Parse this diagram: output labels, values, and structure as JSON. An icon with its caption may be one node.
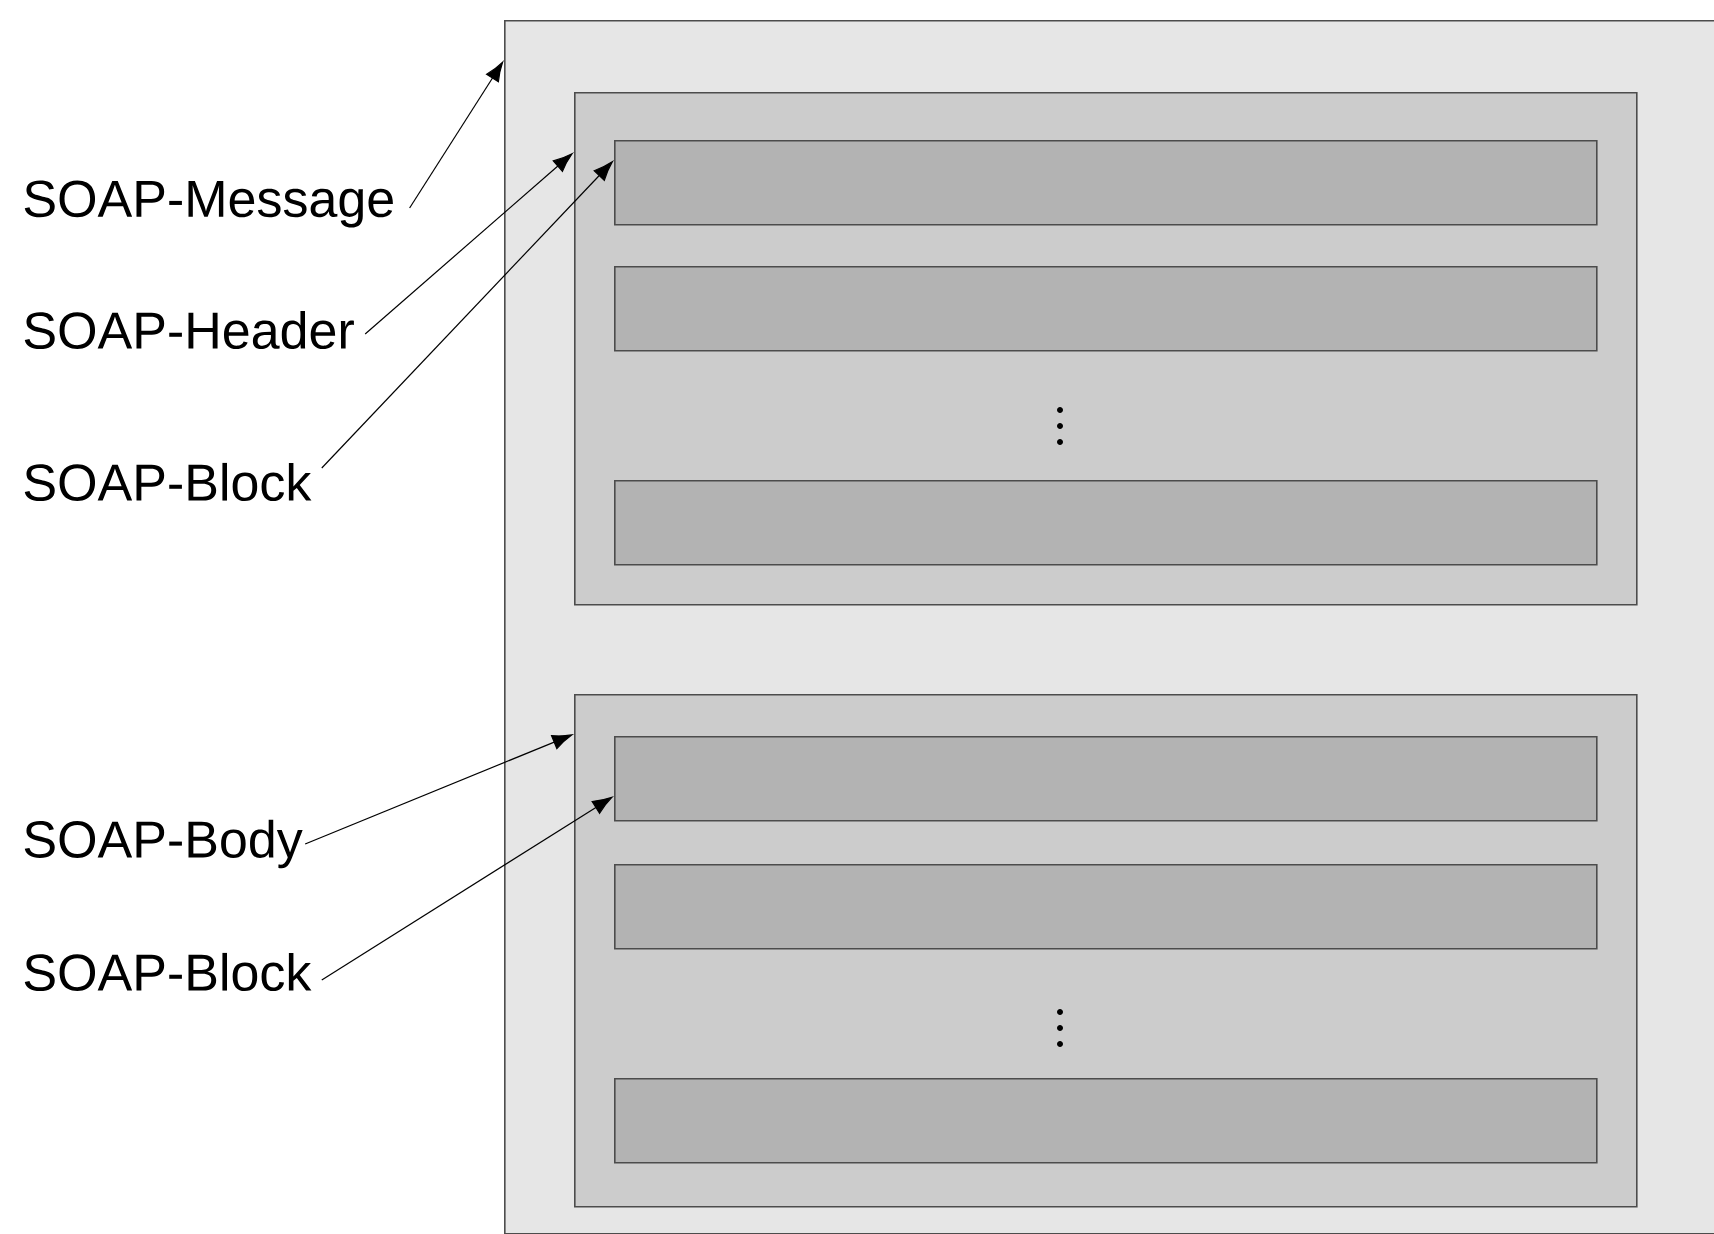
{
  "diagram": {
    "nodes": [
      {
        "text": [],
        "shape": "box"
      },
      {
        "text": [],
        "shape": "box",
        "in": 0
      },
      {
        "text": [],
        "shape": "box",
        "in": 1
      },
      {
        "text": [],
        "shape": "box",
        "in": 1
      },
      {
        "text": [],
        "shape": "box",
        "in": 1
      },
      {
        "text": [],
        "shape": "box",
        "in": 0
      },
      {
        "text": [],
        "shape": "box",
        "in": 5
      },
      {
        "text": [],
        "shape": "box",
        "in": 5
      },
      {
        "text": [],
        "shape": "box",
        "in": 5
      },
      {
        "text": [
          "SOAP-Message"
        ]
      },
      {
        "text": [
          "SOAP-Header"
        ]
      },
      {
        "text": [
          "SOAP-Block"
        ]
      },
      {
        "text": [
          "SOAP-Body"
        ]
      },
      {
        "text": [
          "SOAP-Block"
        ]
      }
    ],
    "edges": [
      {
        "from": 9,
        "to": 0,
        "arrow": "to"
      },
      {
        "from": 10,
        "to": 1,
        "arrow": "to"
      },
      {
        "from": 11,
        "to": 2,
        "arrow": "to"
      },
      {
        "from": 12,
        "to": 5,
        "arrow": "to"
      },
      {
        "from": 13,
        "to": 6,
        "arrow": "to"
      }
    ]
  }
}
